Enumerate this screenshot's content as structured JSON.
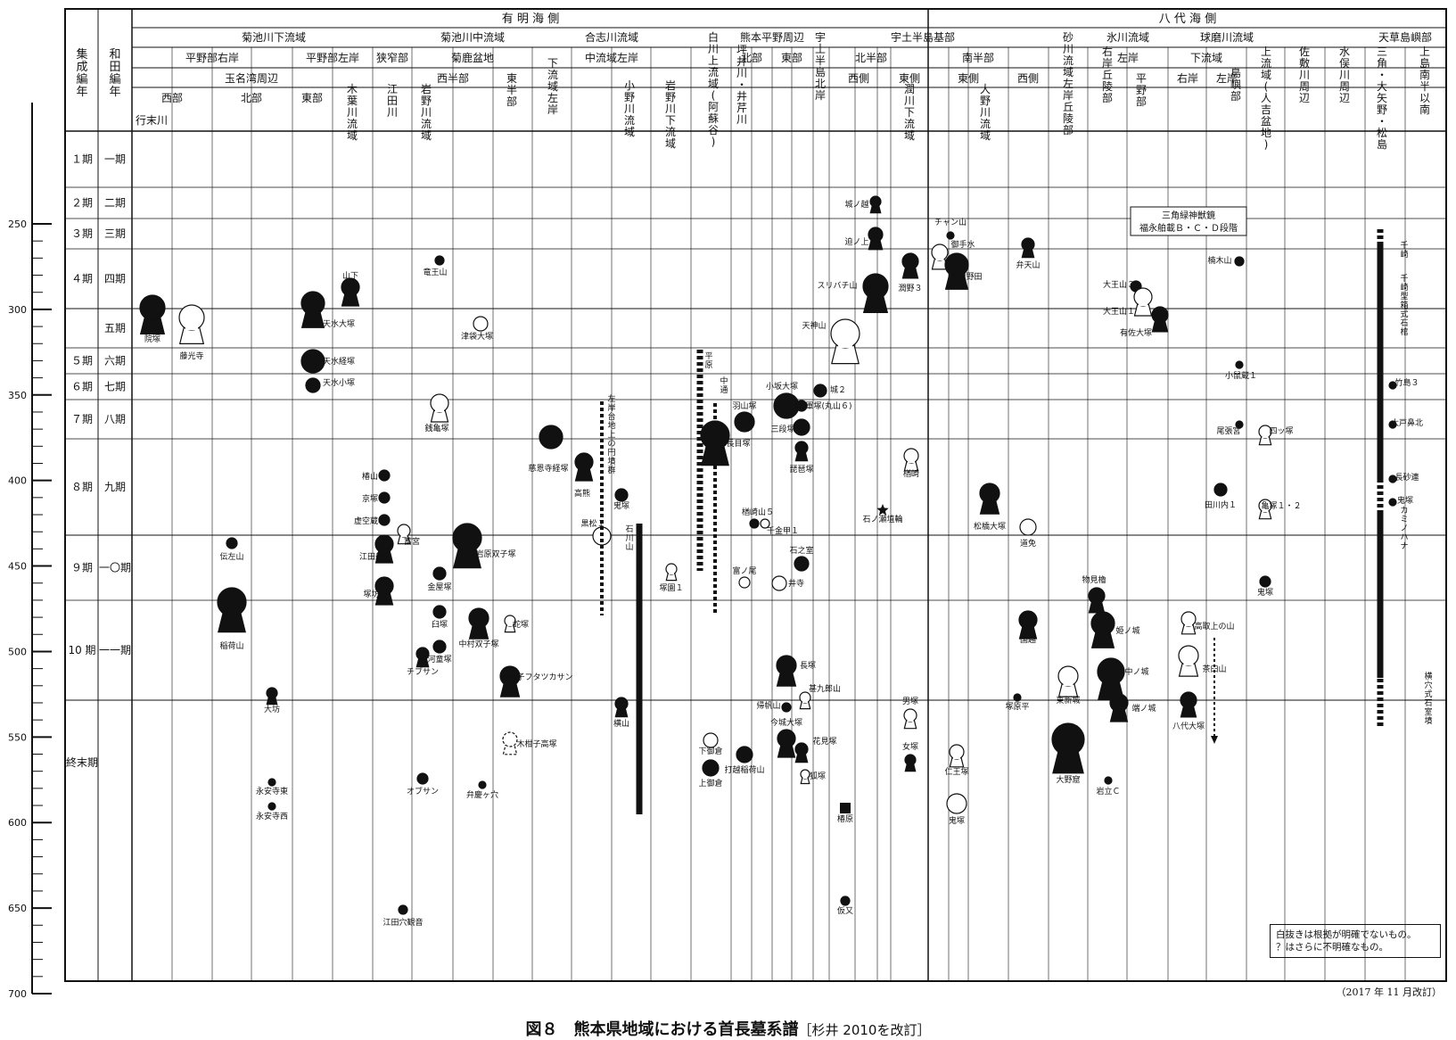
{
  "figure": {
    "caption_main": "図８　熊本県地域における首長墓系譜",
    "caption_source": "［杉井 2010を改訂］",
    "revision": "（2017 年 11 月改訂）",
    "note_lines": [
      "白抜きは根拠が明確でないもの。",
      "？はさらに不明確なもの。"
    ],
    "inset_label": [
      "三角緑神獣鏡",
      "福永舶載Ｂ・Ｃ・Ｄ段階"
    ]
  },
  "scale": {
    "ticks": [
      "250",
      "300",
      "350",
      "400",
      "450",
      "500",
      "550",
      "600",
      "650",
      "700"
    ]
  },
  "headers": {
    "seiri": "集成編年",
    "wada": "和田編年",
    "top": [
      {
        "label": "有 明 海 側"
      },
      {
        "label": "八 代 海 側"
      }
    ],
    "regions": [
      {
        "label": "菊池川下流域"
      },
      {
        "label": "菊池川中流域"
      },
      {
        "label": "合志川流域"
      },
      {
        "label": "白川上流域(阿蘇谷)"
      },
      {
        "label": "熊本平野周辺"
      },
      {
        "label": "宇土半島北岸"
      },
      {
        "label": "宇土半島基部"
      },
      {
        "label": "砂川流域左岸丘陵部"
      },
      {
        "label": "氷川流域"
      },
      {
        "label": "球磨川流域"
      },
      {
        "label": "佐敷川周辺"
      },
      {
        "label": "水俣川周辺"
      },
      {
        "label": "天草島嶼部"
      }
    ],
    "sub": [
      {
        "label": "平野部右岸"
      },
      {
        "label": "平野部左岸"
      },
      {
        "label": "狭窄部"
      },
      {
        "label": "菊鹿盆地"
      },
      {
        "label": "下流域左岸"
      },
      {
        "label": "中流域左岸"
      },
      {
        "label": "坪井川・井芹川"
      },
      {
        "label": "北部"
      },
      {
        "label": "東部"
      },
      {
        "label": "北半部"
      },
      {
        "label": "南半部"
      },
      {
        "label": "右岸丘陵部"
      },
      {
        "label": "左岸"
      },
      {
        "label": "下流域"
      },
      {
        "label": "上流域(人吉盆地)"
      },
      {
        "label": "三角・大矢野・松島"
      },
      {
        "label": "上島南半以南"
      }
    ],
    "sub2": [
      {
        "label": "玉名湾周辺"
      },
      {
        "label": "西半部"
      },
      {
        "label": "東半部"
      },
      {
        "label": "西側"
      },
      {
        "label": "東側"
      },
      {
        "label": "東側"
      },
      {
        "label": "西側"
      },
      {
        "label": "丘陵部"
      },
      {
        "label": "平野部"
      },
      {
        "label": "右岸"
      },
      {
        "label": "左岸"
      },
      {
        "label": "島嶼部"
      }
    ],
    "sub3": [
      {
        "label": "西部"
      },
      {
        "label": "北部"
      },
      {
        "label": "東部"
      },
      {
        "label": "木葉川流域"
      },
      {
        "label": "江田川"
      },
      {
        "label": "岩野川流域"
      },
      {
        "label": "小野川流域"
      },
      {
        "label": "岩野川下流域"
      },
      {
        "label": "潤川下流域"
      },
      {
        "label": "大野川流域"
      },
      {
        "label": "行末川"
      }
    ]
  },
  "periods": [
    {
      "seiri": "１期",
      "wada": "一期"
    },
    {
      "seiri": "２期",
      "wada": "二期"
    },
    {
      "seiri": "３期",
      "wada": "三期"
    },
    {
      "seiri": "４期",
      "wada": "四期"
    },
    {
      "seiri": "",
      "wada": "五期"
    },
    {
      "seiri": "５期",
      "wada": "六期"
    },
    {
      "seiri": "６期",
      "wada": "七期"
    },
    {
      "seiri": "７期",
      "wada": "八期"
    },
    {
      "seiri": "８期",
      "wada": "九期"
    },
    {
      "seiri": "９期",
      "wada": "一〇期"
    },
    {
      "seiri": "10 期",
      "wada": "一一期"
    },
    {
      "seiri": "終末期",
      "wada": ""
    }
  ],
  "tombs": [
    {
      "name": "院塚",
      "shape": "keyhole",
      "fill": "black"
    },
    {
      "name": "藤光寺",
      "shape": "keyhole",
      "fill": "white"
    },
    {
      "name": "山下",
      "shape": "keyhole",
      "fill": "black"
    },
    {
      "name": "天水大塚",
      "shape": "keyhole",
      "fill": "black"
    },
    {
      "name": "天水経塚",
      "shape": "circle",
      "fill": "black"
    },
    {
      "name": "天水小塚",
      "shape": "circle",
      "fill": "black"
    },
    {
      "name": "竜王山",
      "shape": "circle",
      "fill": "black"
    },
    {
      "name": "津袋大塚",
      "shape": "circle",
      "fill": "white"
    },
    {
      "name": "銭亀塚",
      "shape": "keyhole",
      "fill": "white"
    },
    {
      "name": "慈恩寺経塚",
      "shape": "circle",
      "fill": "black"
    },
    {
      "name": "高熊",
      "shape": "keyhole",
      "fill": "black"
    },
    {
      "name": "鬼塚",
      "shape": "circle",
      "fill": "black"
    },
    {
      "name": "黒松１",
      "shape": "circle",
      "fill": "white"
    },
    {
      "name": "椿山",
      "shape": "circle",
      "fill": "black"
    },
    {
      "name": "京塚",
      "shape": "circle",
      "fill": "black"
    },
    {
      "name": "虚空蔵塚",
      "shape": "circle",
      "fill": "black"
    },
    {
      "name": "江田船山",
      "shape": "keyhole",
      "fill": "black"
    },
    {
      "name": "塚坊主",
      "shape": "keyhole",
      "fill": "black"
    },
    {
      "name": "蓄宮",
      "shape": "keyhole",
      "fill": "white"
    },
    {
      "name": "伝左山",
      "shape": "circle",
      "fill": "black"
    },
    {
      "name": "稲荷山",
      "shape": "keyhole",
      "fill": "black"
    },
    {
      "name": "岩原双子塚",
      "shape": "keyhole",
      "fill": "black"
    },
    {
      "name": "金屋塚",
      "shape": "circle",
      "fill": "black"
    },
    {
      "name": "臼塚",
      "shape": "circle",
      "fill": "black"
    },
    {
      "name": "中村双子塚",
      "shape": "keyhole",
      "fill": "black"
    },
    {
      "name": "河童塚",
      "shape": "circle",
      "fill": "black"
    },
    {
      "name": "チブサン",
      "shape": "keyhole",
      "fill": "black"
    },
    {
      "name": "蛇塚",
      "shape": "keyhole",
      "fill": "white"
    },
    {
      "name": "木柑子フタツカサン",
      "shape": "keyhole",
      "fill": "black"
    },
    {
      "name": "木柑子高塚",
      "shape": "keyhole",
      "fill": "dashed"
    },
    {
      "name": "大坊",
      "shape": "keyhole",
      "fill": "black"
    },
    {
      "name": "永安寺東",
      "shape": "circle",
      "fill": "black"
    },
    {
      "name": "永安寺西",
      "shape": "circle",
      "fill": "black"
    },
    {
      "name": "オブサン",
      "shape": "circle",
      "fill": "black"
    },
    {
      "name": "弁慶ヶ穴",
      "shape": "circle",
      "fill": "black"
    },
    {
      "name": "江田穴観音",
      "shape": "circle",
      "fill": "black"
    },
    {
      "name": "横山",
      "shape": "keyhole",
      "fill": "black"
    },
    {
      "name": "塚園１",
      "shape": "keyhole",
      "fill": "white"
    },
    {
      "name": "長目塚",
      "shape": "keyhole",
      "fill": "black"
    },
    {
      "name": "下御倉",
      "shape": "circle",
      "fill": "white"
    },
    {
      "name": "上御倉",
      "shape": "circle",
      "fill": "black"
    },
    {
      "name": "打越稲荷山",
      "shape": "circle",
      "fill": "black"
    },
    {
      "name": "羽山塚",
      "shape": "circle",
      "fill": "black"
    },
    {
      "name": "小坂大塚",
      "shape": "circle",
      "fill": "black"
    },
    {
      "name": "将軍塚(丸山６)",
      "shape": "circle",
      "fill": "black"
    },
    {
      "name": "三段塚",
      "shape": "circle",
      "fill": "black"
    },
    {
      "name": "琵琶塚",
      "shape": "keyhole",
      "fill": "black"
    },
    {
      "name": "城２",
      "shape": "circle",
      "fill": "black"
    },
    {
      "name": "楢崎山５",
      "shape": "circle",
      "fill": "black"
    },
    {
      "name": "千金甲１",
      "shape": "circle",
      "fill": "white"
    },
    {
      "name": "石之室",
      "shape": "circle",
      "fill": "black"
    },
    {
      "name": "富ノ尾",
      "shape": "circle",
      "fill": "white"
    },
    {
      "name": "井寺",
      "shape": "circle",
      "fill": "white"
    },
    {
      "name": "長塚",
      "shape": "keyhole",
      "fill": "black"
    },
    {
      "name": "甚九郎山",
      "shape": "keyhole",
      "fill": "white"
    },
    {
      "name": "帰帆山",
      "shape": "circle",
      "fill": "black"
    },
    {
      "name": "今城大塚",
      "shape": "keyhole",
      "fill": "black"
    },
    {
      "name": "花見塚",
      "shape": "keyhole",
      "fill": "black"
    },
    {
      "name": "狐塚",
      "shape": "keyhole",
      "fill": "white"
    },
    {
      "name": "城ノ越",
      "shape": "keyhole",
      "fill": "black"
    },
    {
      "name": "迫ノ上",
      "shape": "keyhole",
      "fill": "black"
    },
    {
      "name": "スリバチ山",
      "shape": "keyhole",
      "fill": "black"
    },
    {
      "name": "天神山",
      "shape": "keyhole",
      "fill": "white"
    },
    {
      "name": "潤野３",
      "shape": "keyhole",
      "fill": "black"
    },
    {
      "name": "楢崎",
      "shape": "keyhole",
      "fill": "white"
    },
    {
      "name": "石ノ瀬埴輪",
      "shape": "star",
      "fill": "black"
    },
    {
      "name": "男塚",
      "shape": "keyhole",
      "fill": "white"
    },
    {
      "name": "女塚",
      "shape": "keyhole",
      "fill": "black"
    },
    {
      "name": "仁王塚",
      "shape": "keyhole",
      "fill": "white"
    },
    {
      "name": "鬼塚",
      "shape": "circle",
      "fill": "white"
    },
    {
      "name": "椿原",
      "shape": "square",
      "fill": "black"
    },
    {
      "name": "仮又",
      "shape": "circle",
      "fill": "black"
    },
    {
      "name": "チャン山",
      "shape": "circle",
      "fill": "black"
    },
    {
      "name": "御手水",
      "shape": "keyhole",
      "fill": "white"
    },
    {
      "name": "向野田",
      "shape": "keyhole",
      "fill": "black"
    },
    {
      "name": "弁天山",
      "shape": "keyhole",
      "fill": "black"
    },
    {
      "name": "松橋大塚",
      "shape": "keyhole",
      "fill": "black"
    },
    {
      "name": "道免",
      "shape": "circle",
      "fill": "white"
    },
    {
      "name": "国越",
      "shape": "keyhole",
      "fill": "black"
    },
    {
      "name": "塚原平",
      "shape": "circle",
      "fill": "black"
    },
    {
      "name": "東新城",
      "shape": "keyhole",
      "fill": "white"
    },
    {
      "name": "大野窟",
      "shape": "keyhole",
      "fill": "black"
    },
    {
      "name": "物見櫓",
      "shape": "keyhole",
      "fill": "black"
    },
    {
      "name": "姫ノ城",
      "shape": "keyhole",
      "fill": "black"
    },
    {
      "name": "中ノ城",
      "shape": "keyhole",
      "fill": "black"
    },
    {
      "name": "端ノ城",
      "shape": "keyhole",
      "fill": "black"
    },
    {
      "name": "岩立Ｃ",
      "shape": "circle",
      "fill": "black"
    },
    {
      "name": "大王山３",
      "shape": "circle",
      "fill": "black"
    },
    {
      "name": "大王山１",
      "shape": "keyhole",
      "fill": "white"
    },
    {
      "name": "有佐大塚",
      "shape": "keyhole",
      "fill": "black"
    },
    {
      "name": "楠木山",
      "shape": "circle",
      "fill": "black"
    },
    {
      "name": "小鼠蔵１",
      "shape": "circle",
      "fill": "black"
    },
    {
      "name": "尾張宮",
      "shape": "circle",
      "fill": "black"
    },
    {
      "name": "田川内１",
      "shape": "circle",
      "fill": "black"
    },
    {
      "name": "四ッ塚",
      "shape": "keyhole",
      "fill": "white"
    },
    {
      "name": "亀塚１・２",
      "shape": "keyhole",
      "fill": "white"
    },
    {
      "name": "鬼塚",
      "shape": "circle",
      "fill": "black"
    },
    {
      "name": "高取上の山",
      "shape": "keyhole",
      "fill": "white"
    },
    {
      "name": "茶臼山",
      "shape": "keyhole",
      "fill": "white"
    },
    {
      "name": "八代大塚",
      "shape": "keyhole",
      "fill": "black"
    },
    {
      "name": "竹島３",
      "shape": "circle",
      "fill": "black"
    },
    {
      "name": "大戸鼻北",
      "shape": "circle",
      "fill": "black"
    },
    {
      "name": "長砂連",
      "shape": "circle",
      "fill": "black"
    },
    {
      "name": "鬼塚",
      "shape": "circle",
      "fill": "black"
    },
    {
      "name": "千崎",
      "shape": "text",
      "fill": "black"
    },
    {
      "name": "千崎型箱式石棺",
      "shape": "text",
      "fill": "black"
    },
    {
      "name": "カミノハナ",
      "shape": "text",
      "fill": "black"
    },
    {
      "name": "横穴式石室墳",
      "shape": "text",
      "fill": "black"
    }
  ],
  "bar_labels": {
    "left_bank": "左岸台地上の円墳群",
    "ishikawa": "石川山",
    "hirahara": "平原",
    "nakadori": "中通",
    "senzaki_type": "千崎型箱式石棺"
  }
}
